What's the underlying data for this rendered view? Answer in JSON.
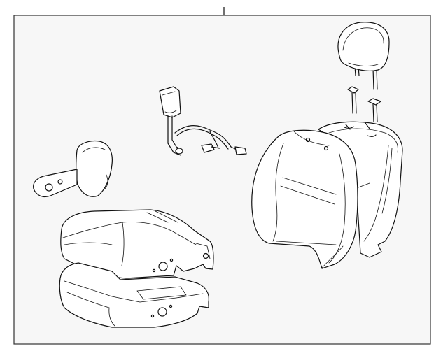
{
  "diagram": {
    "parts": [
      {
        "id": "headrest",
        "icon": "headrest-icon"
      },
      {
        "id": "headrest-guides",
        "icon": "guide-sleeve-icon"
      },
      {
        "id": "seatbelt-buckle",
        "icon": "buckle-icon"
      },
      {
        "id": "wiring-harness",
        "icon": "harness-icon"
      },
      {
        "id": "side-shield",
        "icon": "shield-cover-icon"
      },
      {
        "id": "cushion-cover",
        "icon": "cushion-cover-icon"
      },
      {
        "id": "cushion-pad",
        "icon": "cushion-pad-icon"
      },
      {
        "id": "back-cover",
        "icon": "back-cover-icon"
      },
      {
        "id": "back-frame",
        "icon": "back-frame-icon"
      }
    ],
    "colors": {
      "line": "#111111",
      "frame": "#333333",
      "background": "#f7f7f7"
    }
  }
}
